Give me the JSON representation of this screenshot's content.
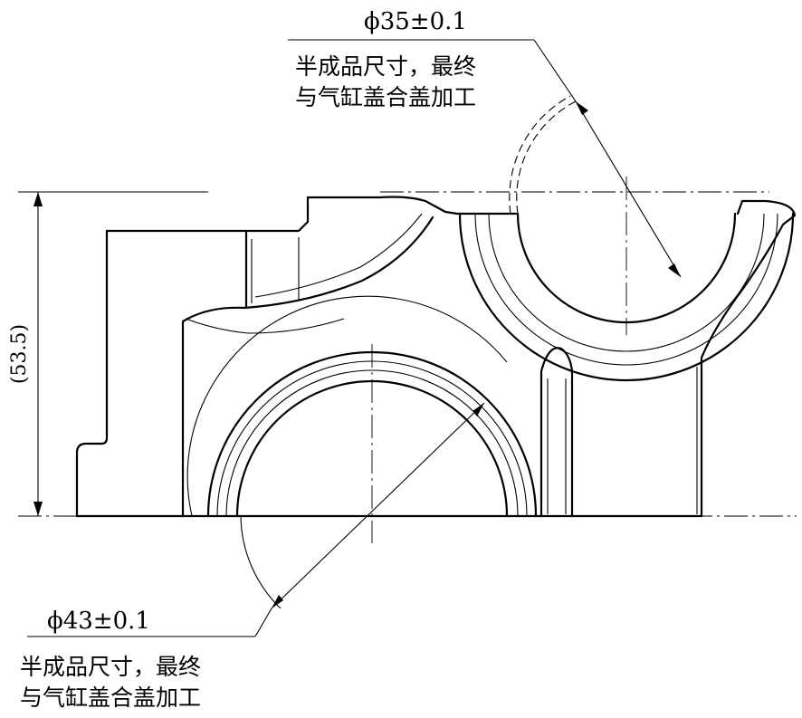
{
  "callouts": {
    "top": {
      "dimension": "ϕ35±0.1",
      "note_line1": "半成品尺寸，最终",
      "note_line2": "与气缸盖合盖加工"
    },
    "bottom": {
      "dimension": "ϕ43±0.1",
      "note_line1": "半成品尺寸，最终",
      "note_line2": "与气缸盖合盖加工"
    },
    "height": {
      "dimension": "(53.5)"
    }
  }
}
